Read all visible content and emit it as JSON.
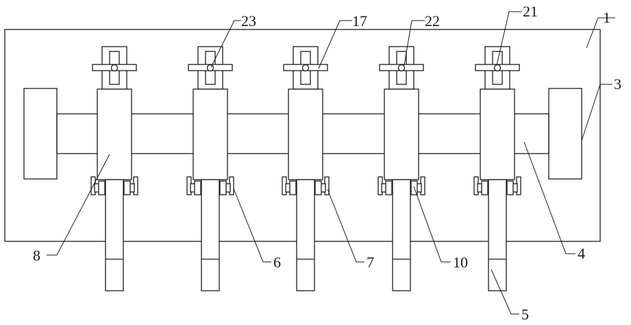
{
  "diagram": {
    "line_color": "#1a1a1a",
    "background": "#ffffff",
    "components": [
      "base-frame",
      "shaft",
      "end-block-left",
      "end-block-right",
      "mount-unit",
      "mount-unit",
      "mount-unit",
      "mount-unit",
      "mount-unit"
    ],
    "labels": {
      "l1": "1",
      "l3": "3",
      "l4": "4",
      "l5": "5",
      "l6": "6",
      "l7": "7",
      "l8": "8",
      "l10": "10",
      "l17": "17",
      "l21": "21",
      "l22": "22",
      "l23": "23"
    }
  }
}
